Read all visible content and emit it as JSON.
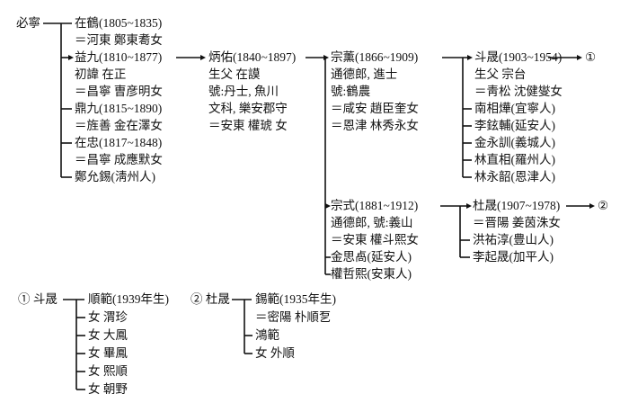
{
  "root": "必寧",
  "gen1": [
    "在鶴(1805~1835)",
    "＝河東  鄭東耈女",
    "益九(1810~1877)",
    "初諱  在正",
    "＝昌寧  曺彦明女",
    "鼎九(1815~1890)",
    "＝旌善  金在澤女",
    "在忠(1817~1848)",
    "＝昌寧  成應默女",
    "鄭允錫(淸州人)"
  ],
  "gen2": [
    "炳佑(1840~1897)",
    "生父  在謨",
    "號:丹士, 魚川",
    "文科, 樂安郡守",
    "＝安東  權琥  女"
  ],
  "gen3a": [
    "宗薰(1866~1909)",
    "通德郎, 進士",
    "號:鶴農",
    "＝咸安  趙臣奎女",
    "＝恩津  林秀永女"
  ],
  "gen3b": [
    "宗式(1881~1912)",
    "通德郎, 號:義山",
    "＝安東  權斗熙女",
    "金思卨(延安人)",
    "權哲熙(安東人)"
  ],
  "gen4a": [
    "斗晟(1903~1954)",
    "生父  宗台",
    "＝靑松  沈健燮女",
    "南相燁(宜寧人)",
    "李鉉輔(延安人)",
    "金永訓(義城人)",
    "林直相(羅州人)",
    "林永韶(恩津人)"
  ],
  "gen4b": [
    "杜晟(1907~1978)",
    "＝晋陽  姜茵洙女",
    "洪祐淳(豊山人)",
    "李起晟(加平人)"
  ],
  "ref1": "①",
  "ref2": "②",
  "sub1": {
    "title": "① 斗晟",
    "children": [
      "順範(1939年生)",
      "女  渭珍",
      "女  大鳳",
      "女  畢鳳",
      "女  熙順",
      "女  朝野"
    ]
  },
  "sub2": {
    "title": "② 杜晟",
    "children": [
      "錫範(1935年生)",
      "＝密陽  朴順乭",
      "鴻範",
      "女  外順"
    ]
  }
}
